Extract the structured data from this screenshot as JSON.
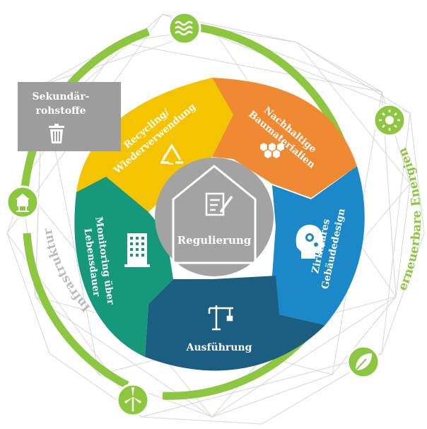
{
  "center": {
    "label": "Regulierung"
  },
  "segments": [
    {
      "id": "recycling",
      "line1": "Recycling/",
      "line2": "Wiederverwendung",
      "color": "#f5c400",
      "icon": "recycle-icon"
    },
    {
      "id": "materials",
      "line1": "Nachhaltige",
      "line2": "Baumaterialien",
      "color": "#ef8a32",
      "icon": "hexagon-cluster-icon"
    },
    {
      "id": "design",
      "line1": "Zirkuläres",
      "line2": "Gebäudedesign",
      "color": "#1b88c9",
      "icon": "head-gears-icon"
    },
    {
      "id": "execution",
      "line1": "Ausführung",
      "line2": "",
      "color": "#1c5e82",
      "icon": "crane-icon"
    },
    {
      "id": "monitoring",
      "line1": "Monitoring über",
      "line2": "Lebensdauer",
      "color": "#16987a",
      "icon": "building-icon"
    }
  ],
  "secondary": {
    "line1": "Sekundär-",
    "line2": "rohstoffe",
    "color": "#9d9d9d",
    "icon": "trash-can-icon"
  },
  "ring": {
    "energy_label": "erneuerbare Energien",
    "infra_label": "Infrastruktur",
    "ring_color": "#8dc63f",
    "infra_color": "#b9bcbe",
    "icons": [
      "water-waves-icon",
      "sun-icon",
      "leaf-icon",
      "wind-turbine-icon",
      "pump-station-icon"
    ]
  }
}
